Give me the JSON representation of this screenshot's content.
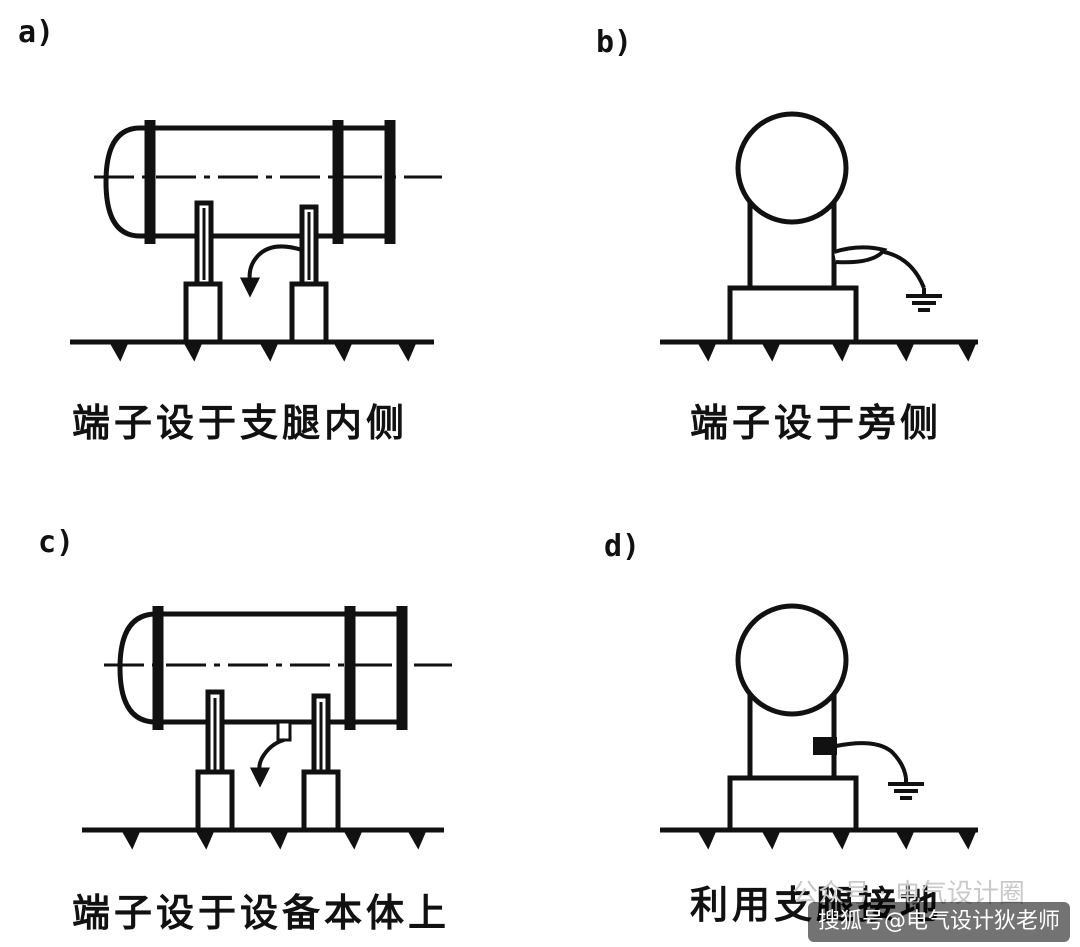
{
  "panels": {
    "a": {
      "label": "a)",
      "caption": "端子设于支腿内侧"
    },
    "b": {
      "label": "b)",
      "caption": "端子设于旁侧"
    },
    "c": {
      "label": "c)",
      "caption": "端子设于设备本体上"
    },
    "d": {
      "label": "d)",
      "caption": "利用支腿接地"
    }
  },
  "watermark": {
    "faint": "公众号 · 电气设计圈",
    "bar": "搜狐号@电气设计狄老师"
  },
  "colors": {
    "line": "#111111",
    "background": "#ffffff"
  }
}
